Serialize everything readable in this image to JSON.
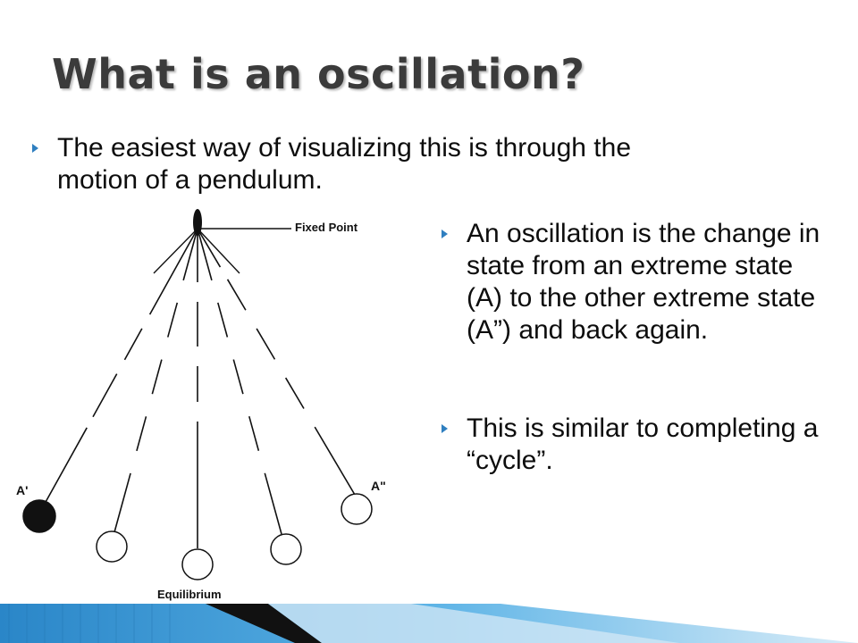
{
  "slide": {
    "title": "What is an oscillation?"
  },
  "bullets": {
    "intro": "The easiest way of visualizing this is through the motion of a pendulum.",
    "definition": "An oscillation is the change in state from an extreme state (A) to the other extreme state (A”) and back again.",
    "cycle": "This is similar to completing a “cycle”."
  },
  "diagram": {
    "fixed_point_label": "Fixed Point",
    "left_extreme_label": "A'",
    "right_extreme_label": "A\"",
    "equilibrium_label": "Equilibrium"
  },
  "colors": {
    "bullet_arrow": "#2f7fc0",
    "title": "#3b3b3b",
    "footer_blue": "#3a9ad6",
    "footer_dark": "#111111"
  }
}
